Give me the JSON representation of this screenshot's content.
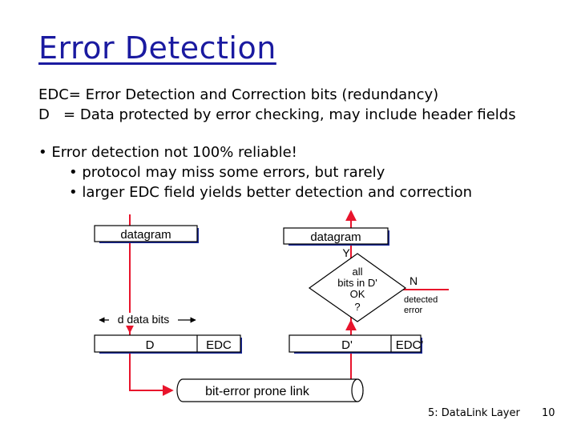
{
  "title": "Error Detection",
  "definitions": {
    "edc": "EDC= Error Detection and Correction bits (redundancy)",
    "d": "D   = Data protected by error checking, may include header fields"
  },
  "bullets": {
    "main": "• Error detection not 100% reliable!",
    "sub1": "• protocol may miss some errors, but rarely",
    "sub2": "• larger EDC field yields better detection and correction"
  },
  "diagram": {
    "datagram_left": "datagram",
    "datagram_right": "datagram",
    "d_data_bits": "d data bits",
    "d_cell": "D",
    "edc_cell": "EDC",
    "d_prime_cell": "D'",
    "edc_prime_cell": "EDC'",
    "link": "bit-error prone link",
    "decision_lines": [
      "all",
      "bits in D'",
      "OK",
      "?"
    ],
    "yes_label": "Y",
    "no_label": "N",
    "detected_error_lines": [
      "detected",
      "error"
    ],
    "arrow_color": "#e8142c",
    "box_shadow_color": "#1a2a9a"
  },
  "footer": {
    "section": "5: DataLink Layer",
    "page": "10"
  }
}
